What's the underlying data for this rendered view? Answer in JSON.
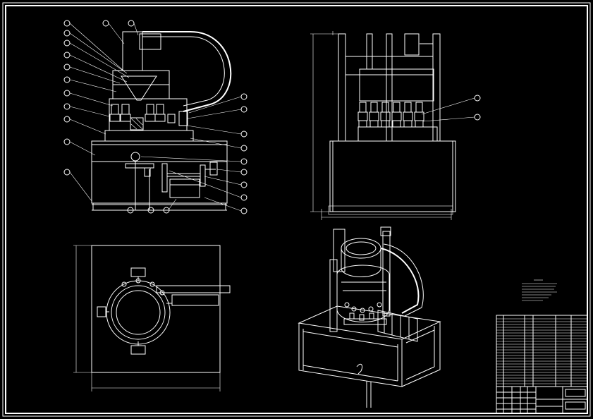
{
  "drawing": {
    "background": "#000000",
    "line_color": "#ffffff",
    "views": [
      {
        "name": "front-section-view"
      },
      {
        "name": "side-view"
      },
      {
        "name": "top-view"
      },
      {
        "name": "isometric-view"
      }
    ],
    "front_balloon_count_left": 12,
    "front_balloon_count_right": 9,
    "front_balloon_count_bottom": 3,
    "side_balloon_count": 2,
    "title_block": {
      "drawing_title": "",
      "drawing_number": ""
    }
  }
}
